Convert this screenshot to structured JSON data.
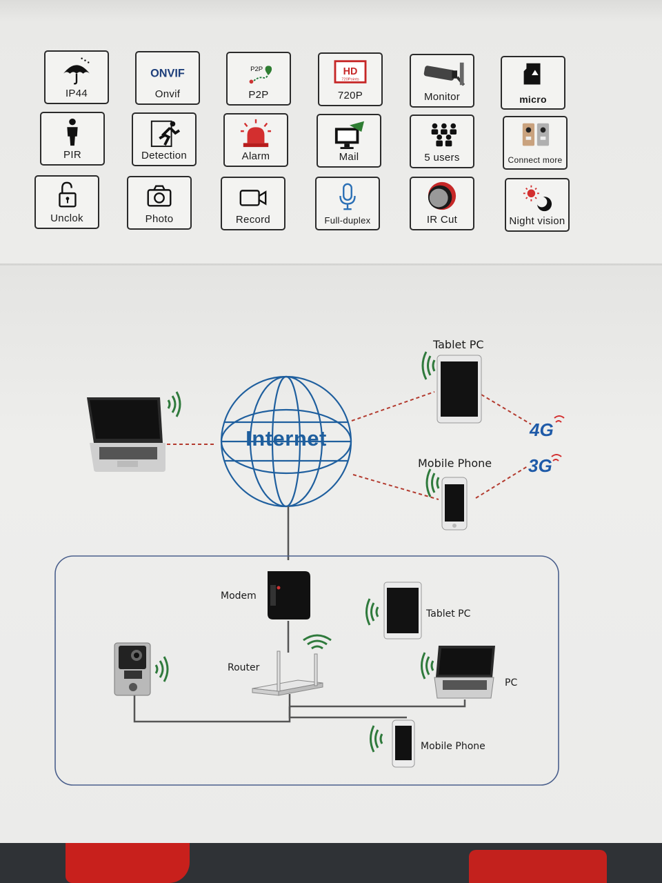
{
  "features": [
    {
      "label": "IP44",
      "icon": "umbrella-icon"
    },
    {
      "label": "Onvif",
      "icon": "onvif-logo-icon",
      "logo_text": "ONVIF"
    },
    {
      "label": "P2P",
      "icon": "p2p-route-icon",
      "logo_text": "P2P"
    },
    {
      "label": "720P",
      "icon": "hd-screen-icon",
      "logo_text": "HD",
      "logo_subtext": "720Points"
    },
    {
      "label": "Monitor",
      "icon": "cctv-camera-icon"
    },
    {
      "label": "",
      "icon": "micro-sd-card-icon",
      "logo_text": "micro"
    },
    {
      "label": "PIR",
      "icon": "person-icon"
    },
    {
      "label": "Detection",
      "icon": "intruder-detection-icon"
    },
    {
      "label": "Alarm",
      "icon": "siren-icon"
    },
    {
      "label": "Mail",
      "icon": "mail-monitor-icon"
    },
    {
      "label": "5 users",
      "icon": "users-group-icon"
    },
    {
      "label": "Connect more",
      "icon": "doorbells-icon"
    },
    {
      "label": "Unclok",
      "icon": "unlock-icon"
    },
    {
      "label": "Photo",
      "icon": "camera-icon"
    },
    {
      "label": "Record",
      "icon": "video-camera-icon"
    },
    {
      "label": "Full-duplex",
      "icon": "microphone-icon"
    },
    {
      "label": "IR Cut",
      "icon": "ir-cut-filter-icon"
    },
    {
      "label": "Night vision",
      "icon": "day-night-icon"
    }
  ],
  "diagram": {
    "internet": "Internet",
    "tablet_pc": "Tablet PC",
    "mobile_phone": "Mobile Phone",
    "badge_4g": "4G",
    "badge_3g": "3G",
    "modem": "Modem",
    "router": "Router",
    "lan_tablet": "Tablet PC",
    "pc": "PC",
    "lan_mobile": "Mobile Phone"
  },
  "colors": {
    "internet_blue": "#1f5f9e",
    "wifi_green": "#2f7a3c",
    "dashed_red": "#b33a2e",
    "badge_blue": "#1e5aa8"
  }
}
